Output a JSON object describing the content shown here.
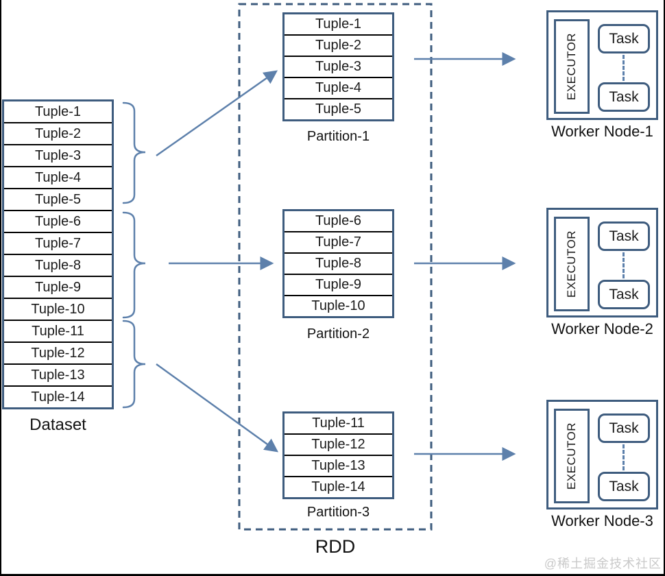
{
  "dataset": {
    "label": "Dataset",
    "rows": [
      "Tuple-1",
      "Tuple-2",
      "Tuple-3",
      "Tuple-4",
      "Tuple-5",
      "Tuple-6",
      "Tuple-7",
      "Tuple-8",
      "Tuple-9",
      "Tuple-10",
      "Tuple-11",
      "Tuple-12",
      "Tuple-13",
      "Tuple-14"
    ]
  },
  "rdd": {
    "label": "RDD",
    "partitions": [
      {
        "label": "Partition-1",
        "rows": [
          "Tuple-1",
          "Tuple-2",
          "Tuple-3",
          "Tuple-4",
          "Tuple-5"
        ]
      },
      {
        "label": "Partition-2",
        "rows": [
          "Tuple-6",
          "Tuple-7",
          "Tuple-8",
          "Tuple-9",
          "Tuple-10"
        ]
      },
      {
        "label": "Partition-3",
        "rows": [
          "Tuple-11",
          "Tuple-12",
          "Tuple-13",
          "Tuple-14"
        ]
      }
    ]
  },
  "workers": [
    {
      "label": "Worker Node-1",
      "executor": "EXECUTOR",
      "tasks": [
        "Task",
        "Task"
      ]
    },
    {
      "label": "Worker Node-2",
      "executor": "EXECUTOR",
      "tasks": [
        "Task",
        "Task"
      ]
    },
    {
      "label": "Worker Node-3",
      "executor": "EXECUTOR",
      "tasks": [
        "Task",
        "Task"
      ]
    }
  ],
  "watermark": "@稀土掘金技术社区",
  "colors": {
    "box_border": "#3E5C7E",
    "arrow": "#5D80AB",
    "row_divider": "#000000",
    "text": "#1a1a1a",
    "watermark": "#c9c9c9",
    "background": "#ffffff"
  }
}
